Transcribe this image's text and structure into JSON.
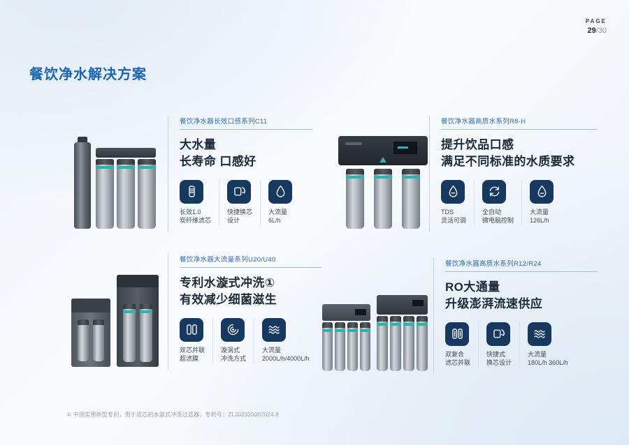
{
  "page": {
    "page_label": "PAGE",
    "page_number_current": "29",
    "page_number_rest": "/30",
    "title": "餐饮净水解决方案",
    "footnote": "① 中国实用新型专利，用于滤芯的水漩式冲洗过滤器，专利号：ZL202320007024.8",
    "accent_blue": "#1a65b4",
    "tile_navy": "#17395f",
    "teal": "#2bb3ae"
  },
  "products": [
    {
      "series": "餐饮净水器长效口感系列C11",
      "headline1": "大水量",
      "headline2": "长寿命 口感好",
      "features": [
        {
          "icon": "filter-cartridge-icon",
          "line1": "长效1.0",
          "line2": "炭纤维滤芯"
        },
        {
          "icon": "quick-change-icon",
          "line1": "快捷换芯",
          "line2": "设计"
        },
        {
          "icon": "water-drop-icon",
          "line1": "大流量",
          "line2": "6L/h"
        }
      ]
    },
    {
      "series": "餐饮净水器高质水系列R8-H",
      "headline1": "提升饮品口感",
      "headline2": "满足不同标准的水质要求",
      "features": [
        {
          "icon": "tds-drop-icon",
          "line1": "TDS",
          "line2": "灵活可调"
        },
        {
          "icon": "auto-control-icon",
          "line1": "全自动",
          "line2": "微电脑控制"
        },
        {
          "icon": "water-drop-icon",
          "line1": "大流量",
          "line2": "126L/h"
        }
      ]
    },
    {
      "series": "餐饮净水器大流量系列U20/U40",
      "headline1": "专利水漩式冲洗①",
      "headline2": "有效减少细菌滋生",
      "features": [
        {
          "icon": "dual-cartridge-icon",
          "line1": "双芯并联",
          "line2": "超滤膜"
        },
        {
          "icon": "vortex-icon",
          "line1": "漩涡式",
          "line2": "冲洗方式"
        },
        {
          "icon": "waves-icon",
          "line1": "大流量",
          "line2": "2000L/h/4000L/h"
        }
      ]
    },
    {
      "series": "餐饮净水器高质水系列R12/R24",
      "headline1": "RO大通量",
      "headline2": "升级澎湃流速供应",
      "features": [
        {
          "icon": "dual-composite-icon",
          "line1": "双复合",
          "line2": "滤芯并联"
        },
        {
          "icon": "quick-change-icon",
          "line1": "快捷式",
          "line2": "换芯设计"
        },
        {
          "icon": "waves-icon",
          "line1": "大流量",
          "line2": "180L/h 360L/h"
        }
      ]
    }
  ]
}
